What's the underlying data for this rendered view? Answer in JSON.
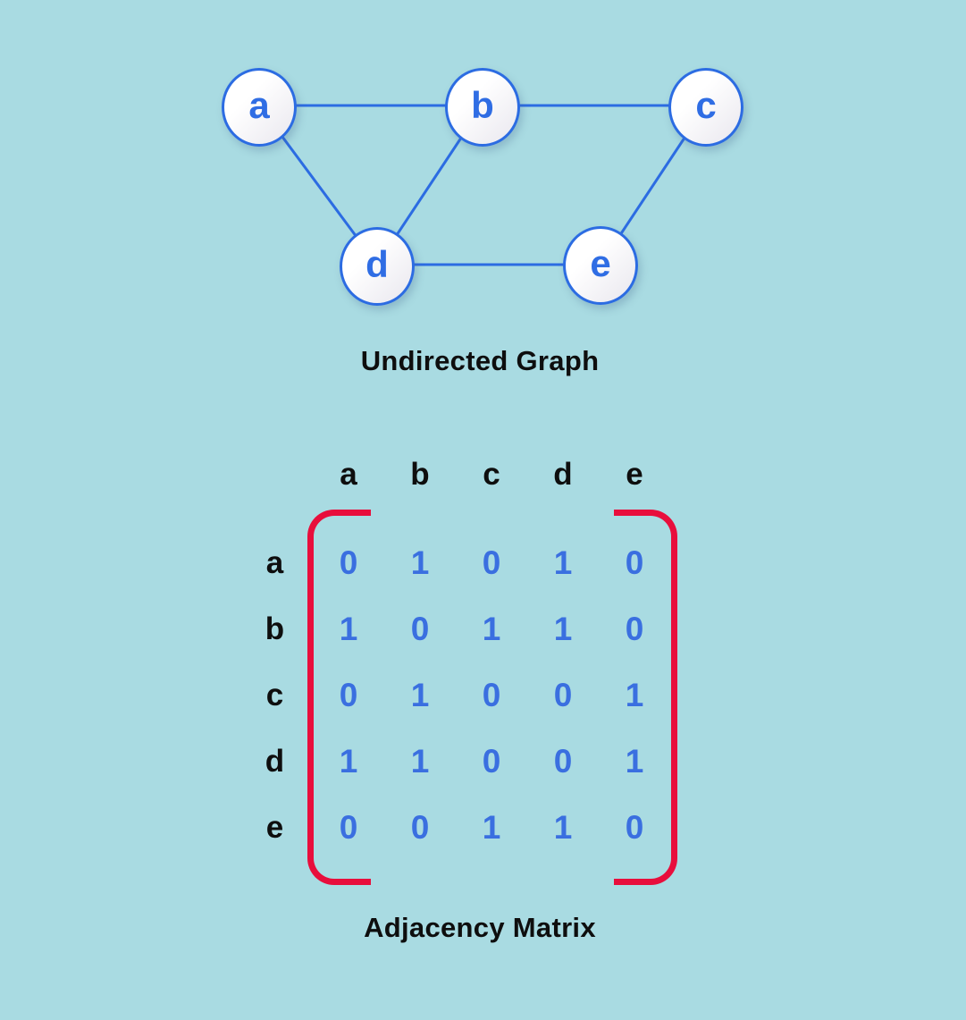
{
  "colors": {
    "background": "#a9dbe2",
    "edge_blue": "#2c6ce2",
    "node_border_blue": "#2c6ce2",
    "node_label_blue": "#2f6de4",
    "matrix_value_blue": "#3a6fe0",
    "bracket_red": "#e80e3c",
    "text_black": "#0e0e0e",
    "node_fill": "#ffffff"
  },
  "graph": {
    "title": "Undirected Graph",
    "nodes": [
      {
        "id": "a",
        "label": "a"
      },
      {
        "id": "b",
        "label": "b"
      },
      {
        "id": "c",
        "label": "c"
      },
      {
        "id": "d",
        "label": "d"
      },
      {
        "id": "e",
        "label": "e"
      }
    ],
    "edges": [
      [
        "a",
        "b"
      ],
      [
        "b",
        "c"
      ],
      [
        "a",
        "d"
      ],
      [
        "b",
        "d"
      ],
      [
        "d",
        "e"
      ],
      [
        "c",
        "e"
      ]
    ]
  },
  "matrix": {
    "title": "Adjacency Matrix",
    "column_headers": [
      "a",
      "b",
      "c",
      "d",
      "e"
    ],
    "row_headers": [
      "a",
      "b",
      "c",
      "d",
      "e"
    ],
    "rows": [
      [
        0,
        1,
        0,
        1,
        0
      ],
      [
        1,
        0,
        1,
        1,
        0
      ],
      [
        0,
        1,
        0,
        0,
        1
      ],
      [
        1,
        1,
        0,
        0,
        1
      ],
      [
        0,
        0,
        1,
        1,
        0
      ]
    ]
  }
}
